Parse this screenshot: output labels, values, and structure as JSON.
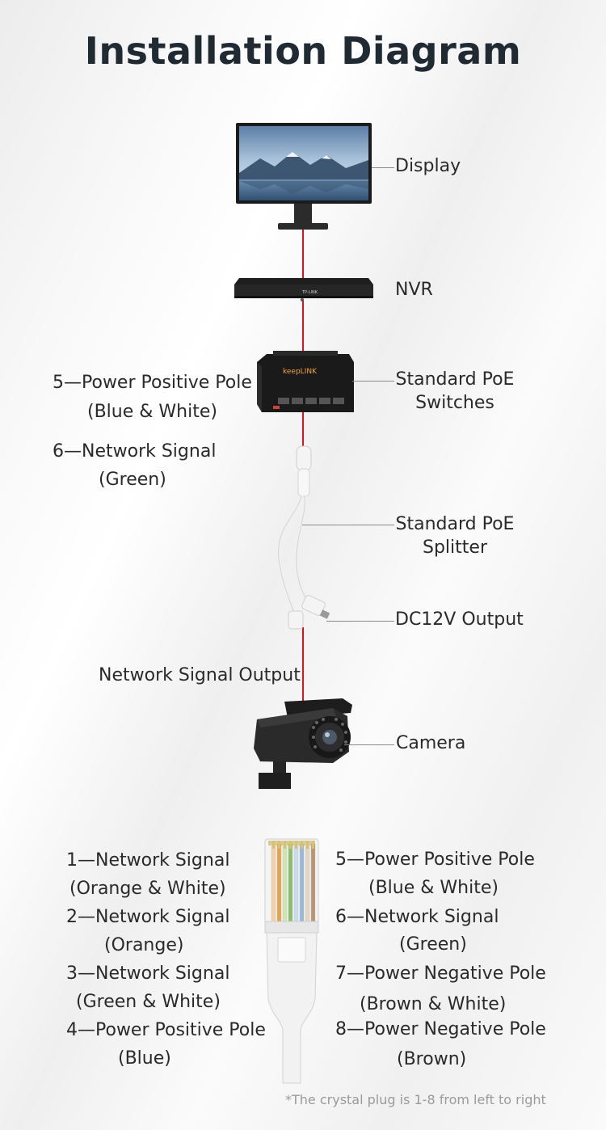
{
  "title": "Installation Diagram",
  "devices": {
    "display": "Display",
    "nvr": "NVR",
    "switch_line1": "Standard PoE",
    "switch_line2": "Switches",
    "splitter_line1": "Standard PoE",
    "splitter_line2": "Splitter",
    "dc_output": "DC12V Output",
    "network_output": "Network Signal Output",
    "camera": "Camera",
    "switch_brand": "keepLINK",
    "nvr_brand": "TP-LINK"
  },
  "side_labels": [
    {
      "main": "5—Power Positive Pole",
      "sub": "(Blue & White)"
    },
    {
      "main": "6—Network Signal",
      "sub": "(Green)"
    }
  ],
  "pins_left": [
    {
      "main": "1—Network Signal",
      "sub": "(Orange & White)"
    },
    {
      "main": "2—Network Signal",
      "sub": "(Orange)"
    },
    {
      "main": "3—Network Signal",
      "sub": "(Green & White)"
    },
    {
      "main": "4—Power Positive Pole",
      "sub": "(Blue)"
    }
  ],
  "pins_right": [
    {
      "main": "5—Power Positive Pole",
      "sub": "(Blue & White)"
    },
    {
      "main": "6—Network Signal",
      "sub": "(Green)"
    },
    {
      "main": "7—Power Negative Pole",
      "sub": "(Brown & White)"
    },
    {
      "main": "8—Power Negative Pole",
      "sub": "(Brown)"
    }
  ],
  "footnote": "*The crystal plug is 1-8 from left to right",
  "colors": {
    "cable": "#d8151c",
    "leader": "#8a8a8a",
    "title": "#1f2a33"
  },
  "wire_colors": [
    "#f2d3a8",
    "#e9a24a",
    "#cfe6b0",
    "#8bbf6a",
    "#c9dcec",
    "#9ab8d8",
    "#e3d5c2",
    "#b89670"
  ]
}
